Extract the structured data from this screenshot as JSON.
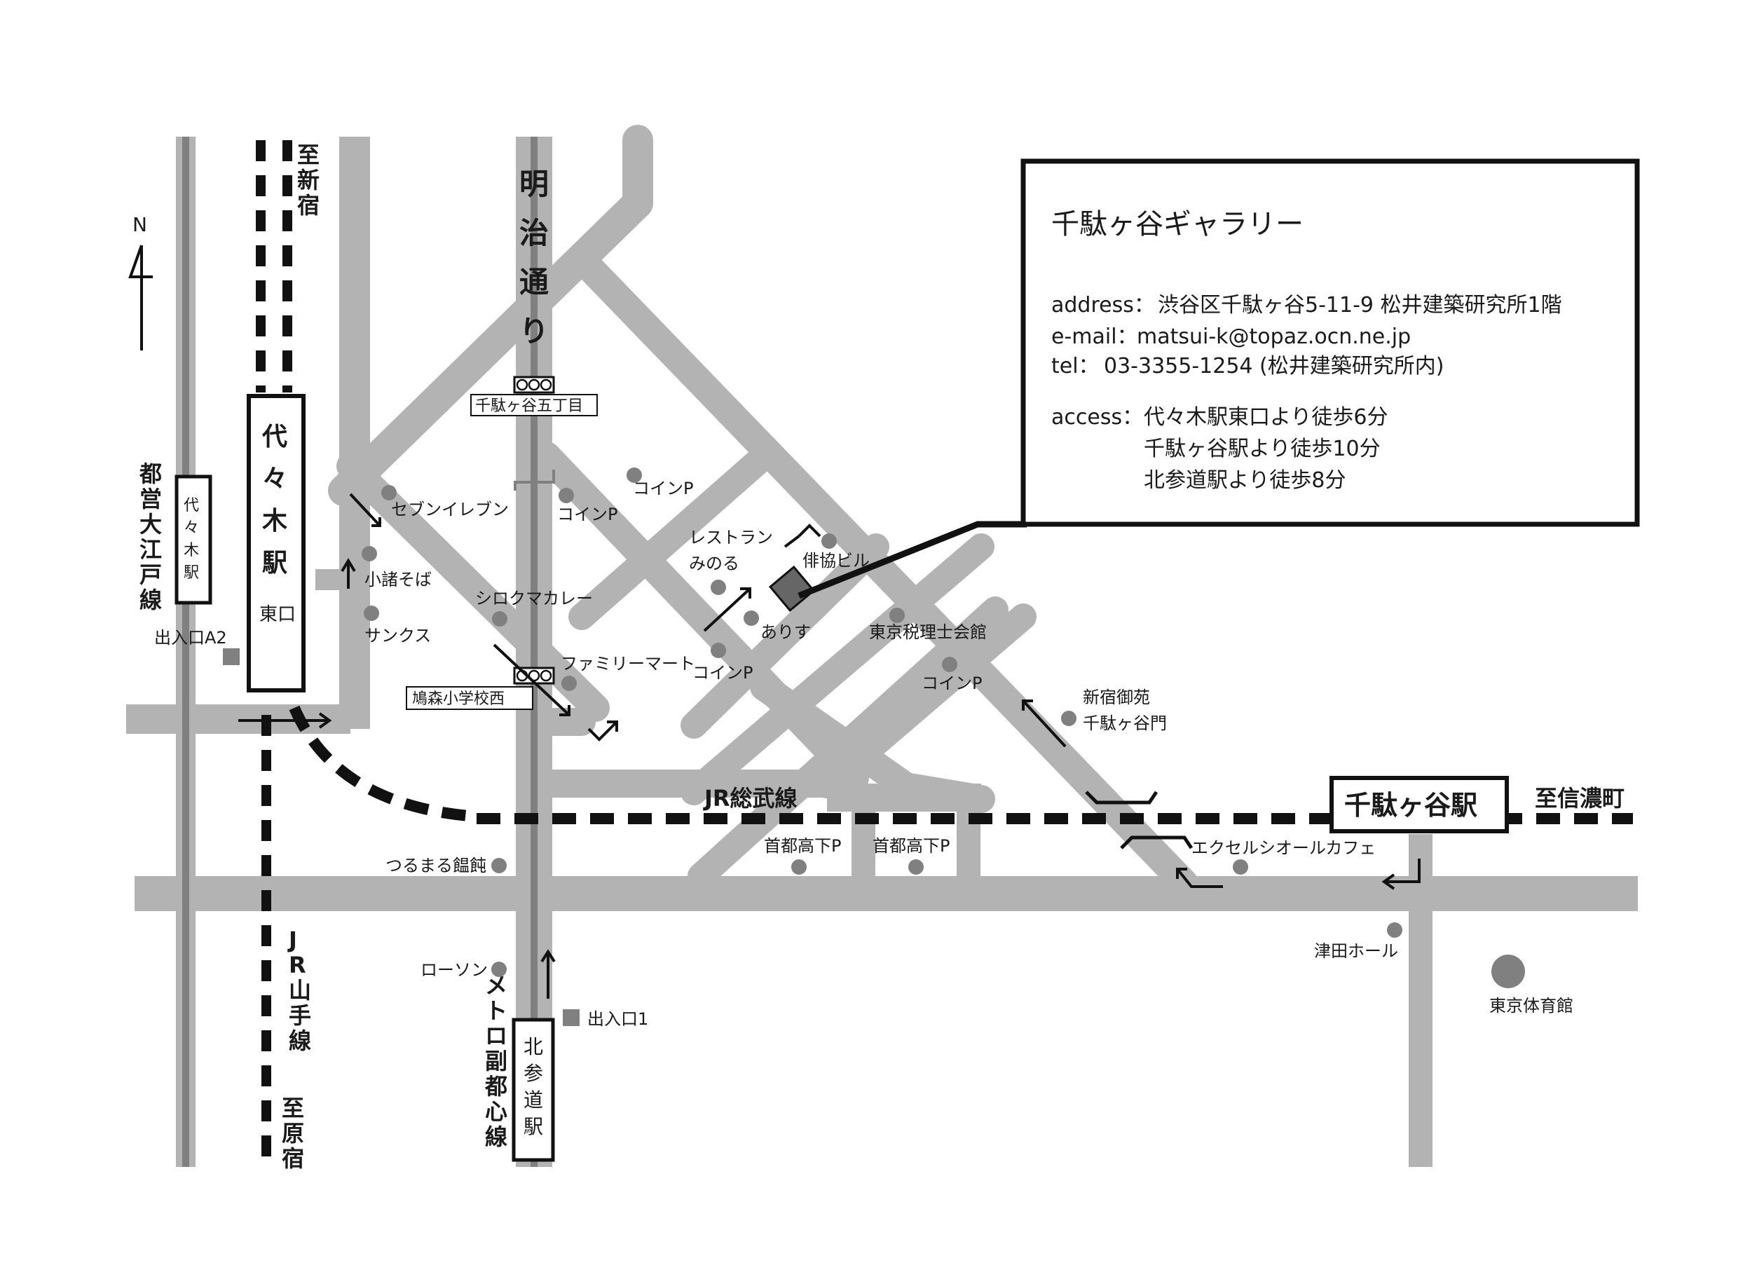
{
  "info_box": {
    "title": "千駄ヶ谷ギャラリー",
    "address_label": "address：",
    "address": "渋谷区千駄ヶ谷5-11-9 松井建築研究所1階",
    "email_label": "e-mail：",
    "email": "matsui-k@topaz.ocn.ne.jp",
    "tel_label": "tel：",
    "tel": "03-3355-1254 (松井建築研究所内)",
    "access_label": "access：",
    "access": [
      "代々木駅東口より徒歩6分",
      "千駄ヶ谷駅より徒歩10分",
      "北参道駅より徒歩8分"
    ]
  },
  "compass": {
    "label": "N"
  },
  "stations": {
    "yoyogi": {
      "name": "代々木駅",
      "exit": "東口"
    },
    "yoyogi_oedo": {
      "name": "代々木駅"
    },
    "kitasando": {
      "name": "北参道駅"
    },
    "sendagaya": {
      "name": "千駄ヶ谷駅"
    }
  },
  "lines": {
    "oedo": "都営大江戸線",
    "yamanote": "JR山手線",
    "fukutoshin": "メトロ副都心線",
    "sobu": "JR総武線"
  },
  "directions": {
    "to_shinjuku": "至新宿",
    "to_harajuku": "至原宿",
    "to_shinanomachi": "至信濃町"
  },
  "roads": {
    "meiji_dori": "明治通り"
  },
  "signals": [
    "千駄ヶ谷五丁目",
    "鳩森小学校西"
  ],
  "exits": {
    "a2": "出入口A2",
    "e1": "出入口1"
  },
  "landmarks": {
    "seven_eleven": "セブンイレブン",
    "komoro_soba": "小諸そば",
    "sanks": "サンクス",
    "coin_p": "コインP",
    "shirokuma_curry": "シロクマカレー",
    "familymart": "ファミリーマート",
    "restaurant_line1": "レストラン",
    "restaurant_line2": "みのる",
    "arisu": "ありす",
    "haikyo_bldg": "俳協ビル",
    "tokyo_zeirishi": "東京税理士会館",
    "shinjuku_gyoen_line1": "新宿御苑",
    "shinjuku_gyoen_line2": "千駄ヶ谷門",
    "shuto_p": "首都高下P",
    "excelsior": "エクセルシオールカフェ",
    "tsurumaru": "つるまる饂飩",
    "lawson": "ローソン",
    "tsuda_hall": "津田ホール",
    "tokyo_gym": "東京体育館"
  },
  "colors": {
    "road": "#b3b3b3",
    "rail": "#808080",
    "ink": "#111111",
    "poi": "#808080",
    "gallery": "#666666"
  }
}
